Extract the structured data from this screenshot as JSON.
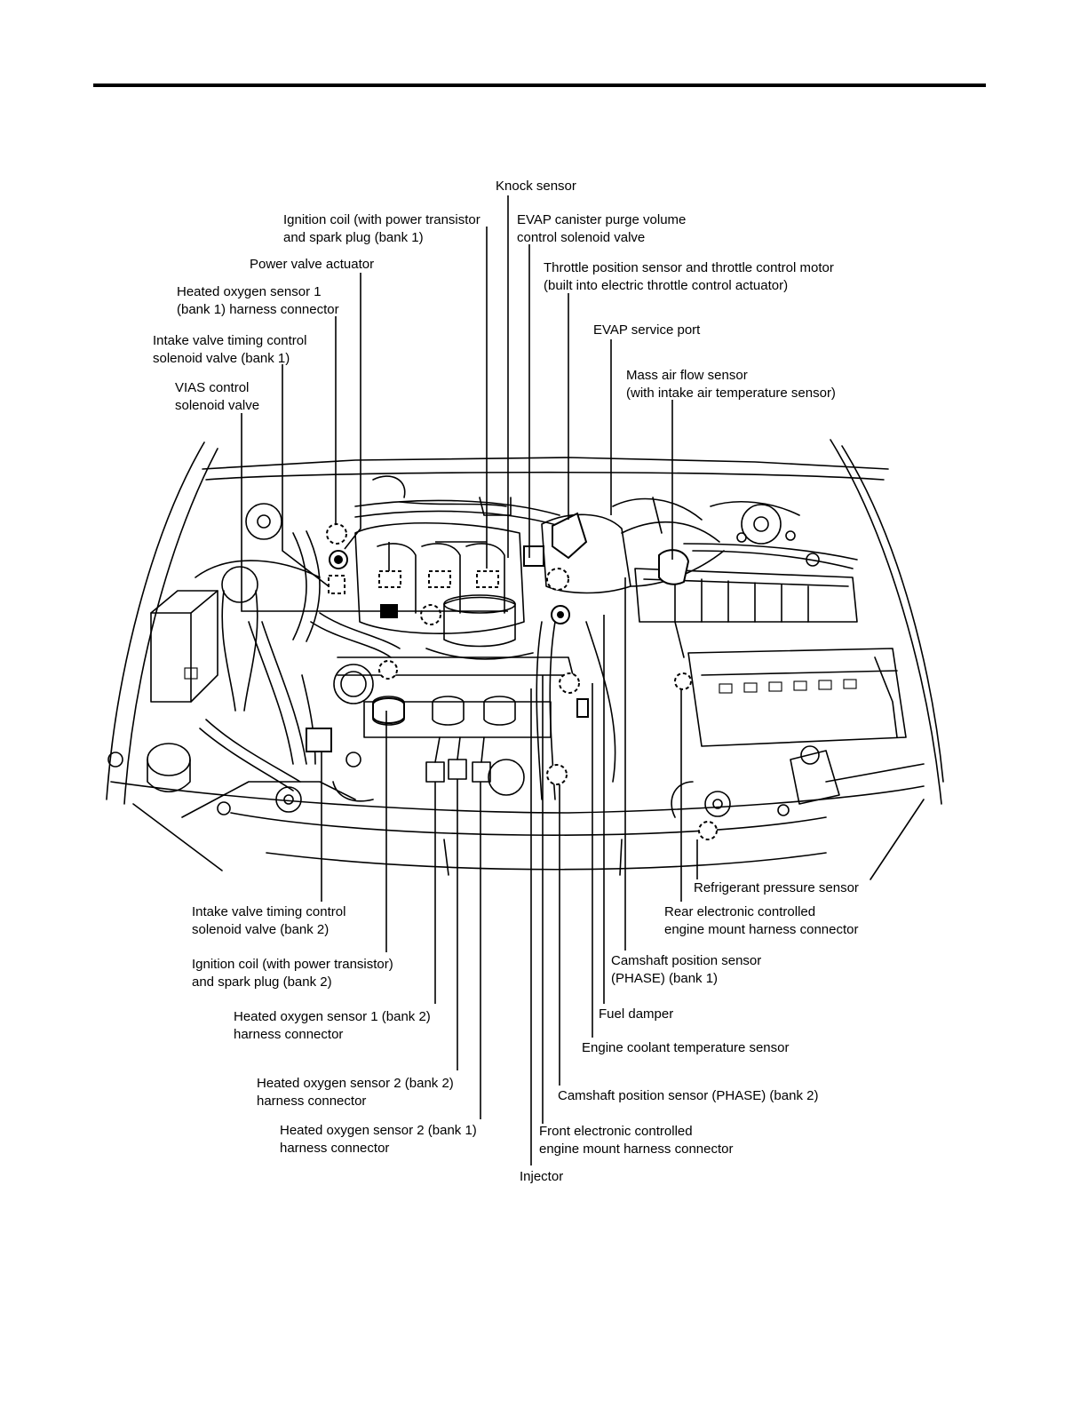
{
  "colors": {
    "ink": "#000000",
    "paper": "#ffffff"
  },
  "labels": {
    "knock_sensor": [
      "Knock sensor"
    ],
    "ignition_coil_bank1": [
      "Ignition coil (with power transistor",
      "and spark plug (bank 1)"
    ],
    "evap_purge_valve": [
      "EVAP canister purge volume",
      "control solenoid valve"
    ],
    "power_valve_actuator": [
      "Power valve actuator"
    ],
    "throttle_sensor_motor": [
      "Throttle position sensor and throttle control motor",
      "(built into electric throttle control actuator)"
    ],
    "ho2s1_bank1_connector": [
      "Heated oxygen sensor 1",
      "(bank 1) harness connector"
    ],
    "evap_service_port": [
      "EVAP service port"
    ],
    "ivtc_valve_bank1": [
      "Intake valve timing control",
      "solenoid valve (bank 1)"
    ],
    "maf_sensor": [
      "Mass air flow sensor",
      "(with intake air temperature sensor)"
    ],
    "vias_valve": [
      "VIAS control",
      "solenoid valve"
    ],
    "refrigerant_sensor": [
      "Refrigerant pressure sensor"
    ],
    "ivtc_valve_bank2": [
      "Intake valve timing control",
      "solenoid valve (bank 2)"
    ],
    "rear_mount_connector": [
      "Rear electronic controlled",
      "engine mount harness connector"
    ],
    "ignition_coil_bank2": [
      "Ignition coil (with power transistor)",
      "and spark plug (bank 2)"
    ],
    "cmp_sensor_bank1": [
      "Camshaft position sensor",
      "(PHASE) (bank 1)"
    ],
    "ho2s1_bank2_connector": [
      "Heated oxygen sensor 1 (bank 2)",
      "harness connector"
    ],
    "fuel_damper": [
      "Fuel damper"
    ],
    "ect_sensor": [
      "Engine coolant temperature sensor"
    ],
    "ho2s2_bank2_connector": [
      "Heated oxygen sensor 2 (bank 2)",
      "harness connector"
    ],
    "cmp_sensor_bank2": [
      "Camshaft position sensor (PHASE) (bank 2)"
    ],
    "ho2s2_bank1_connector": [
      "Heated oxygen sensor 2 (bank 1)",
      "harness connector"
    ],
    "front_mount_connector": [
      "Front electronic controlled",
      "engine mount harness connector"
    ],
    "injector": [
      "Injector"
    ]
  }
}
